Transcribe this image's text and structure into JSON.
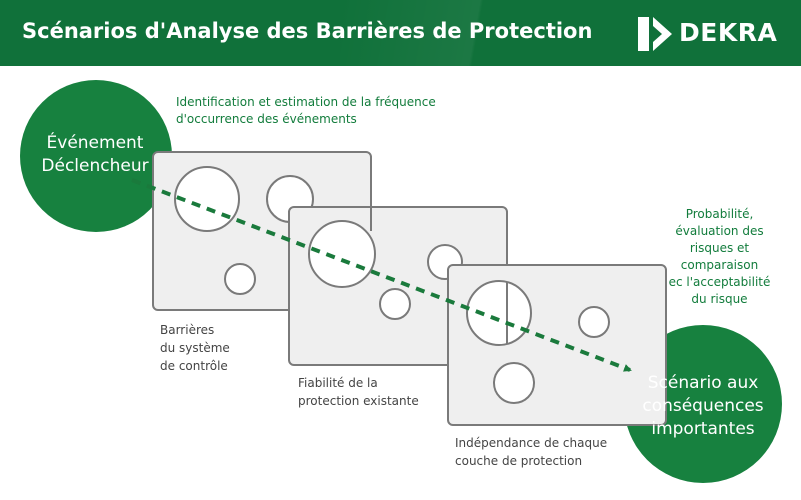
{
  "header": {
    "title": "Scénarios d'Analyse des Barrières de Protection",
    "logo_text": "DEKRA",
    "background": "#10713a"
  },
  "diagram": {
    "start_node": {
      "line1": "Événement",
      "line2": "Déclencheur"
    },
    "end_node": {
      "line1": "Scénario aux",
      "line2": "conséquences",
      "line3": "importantes"
    },
    "top_note": {
      "line1": "Identification et estimation de la fréquence",
      "line2": "d'occurrence des événements"
    },
    "right_note": {
      "line1": "Probabilité,",
      "line2": "évaluation des",
      "line3": "risques et",
      "line4": "comparaison",
      "line5": "ec l'acceptabilité",
      "line6": "du risque"
    },
    "barrier_1": {
      "line1": "Barrières",
      "line2": "du système",
      "line3": "de contrôle"
    },
    "barrier_2": {
      "line1": "Fiabilité de la",
      "line2": "protection existante"
    },
    "barrier_3": {
      "line1": "Indépendance de chaque",
      "line2": "couche de protection"
    },
    "colors": {
      "node_fill": "#17813f",
      "path_stroke": "#1a7a3c",
      "panel_fill": "#efefef",
      "panel_stroke": "#7a7a7a",
      "note_text": "#127c3c"
    }
  }
}
